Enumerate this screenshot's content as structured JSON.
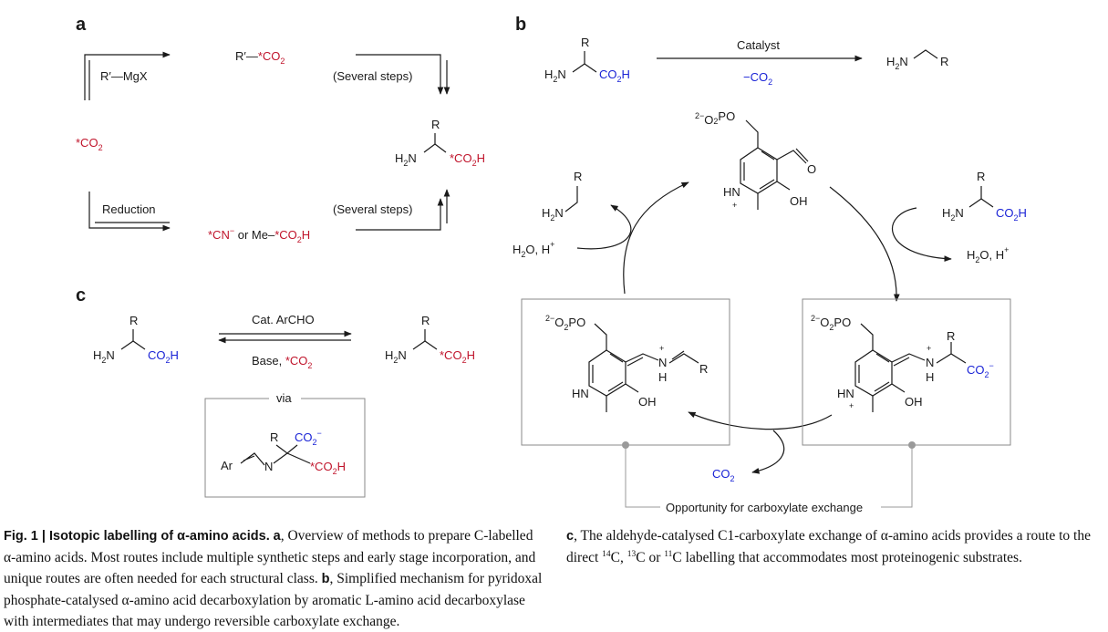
{
  "panel_labels": {
    "a": "a",
    "b": "b",
    "c": "c"
  },
  "panel_a": {
    "rmgx": "R′—MgX",
    "r_co2_pre": "R′—",
    "r_co2_red": "*CO",
    "co2_left_red": "*CO",
    "several_steps": "(Several steps)",
    "reduction": "Reduction",
    "cn_red": "*CN",
    "cn_or": " or Me–",
    "me_co2h_red": "*CO",
    "aa_r": "R",
    "aa_h2n": "H",
    "aa_co2h_red": "*CO",
    "sub2": "2",
    "minus": "−",
    "h_suffix": "H",
    "n_suffix": "N"
  },
  "panel_b": {
    "catalyst": "Catalyst",
    "minus_co2": "−CO",
    "phosphate_sup": "2−",
    "phosphate_o": "O",
    "phosphate_po": "PO",
    "oh": "OH",
    "hn": "HN",
    "plus": "+",
    "h2o_h": "H",
    "h2o_o": "O, H",
    "co2": "CO",
    "opportunity": "Opportunity for carboxylate exchange",
    "n": "N",
    "h": "H",
    "r": "R",
    "o": "O",
    "co2h_blue": "CO"
  },
  "panel_c": {
    "cat_archo": "Cat. ArCHO",
    "base": "Base, ",
    "base_red": "*CO",
    "via": "via",
    "ar": "Ar",
    "r": "R",
    "co2_blue": "CO",
    "co2h_red": "*CO"
  },
  "caption": {
    "fig_label": "Fig. 1 | Isotopic labelling of α-amino acids.",
    "a_label": "a",
    "a_text": ", Overview of methods to prepare C-labelled α-amino acids. Most routes include multiple synthetic steps and early stage incorporation, and unique routes are often needed for each structural class.",
    "b_label": "b",
    "b_text": ", Simplified mechanism for pyridoxal phosphate-catalysed α-amino acid decarboxylation by aromatic L-amino acid decarboxylase with intermediates that may undergo reversible carboxylate exchange.",
    "c_label": "c",
    "c_text_1": ", The aldehyde-catalysed C1-carboxylate exchange of α-amino acids provides a route to the direct ",
    "sup14": "14",
    "c_text_2": "C, ",
    "sup13": "13",
    "c_text_3": "C or ",
    "sup11": "11",
    "c_text_4": "C labelling that accommodates most proteinogenic substrates."
  }
}
